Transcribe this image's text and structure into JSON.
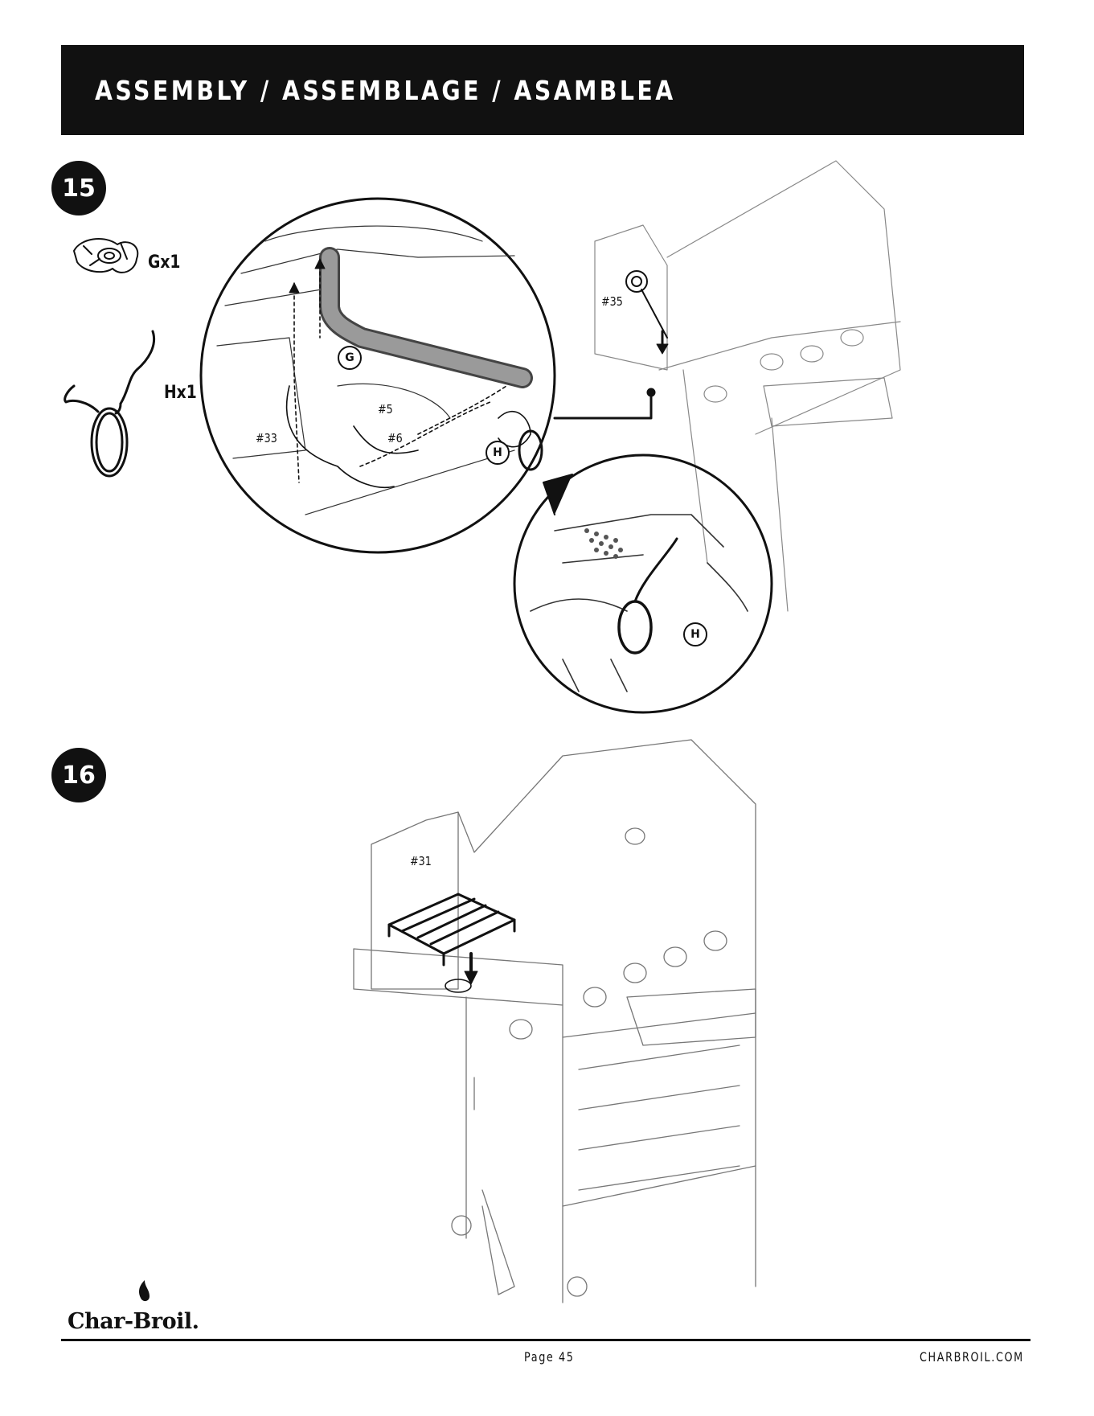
{
  "header": {
    "title": "ASSEMBLY / ASSEMBLAGE / ASAMBLEA"
  },
  "step15": {
    "number": "15",
    "parts": [
      {
        "label": "Gx1",
        "icon": "wing-nut-icon"
      },
      {
        "label": "Hx1",
        "icon": "wire-clip-icon"
      }
    ],
    "callouts": {
      "c33": "#33",
      "c5": "#5",
      "c6": "#6",
      "c35": "#35"
    },
    "letters": {
      "g": "G",
      "h": "H",
      "h2": "H"
    }
  },
  "step16": {
    "number": "16",
    "callouts": {
      "c31": "#31"
    }
  },
  "footer": {
    "logo": "Char-Broil.",
    "page": "Page 45",
    "website": "CHARBROIL.COM"
  }
}
